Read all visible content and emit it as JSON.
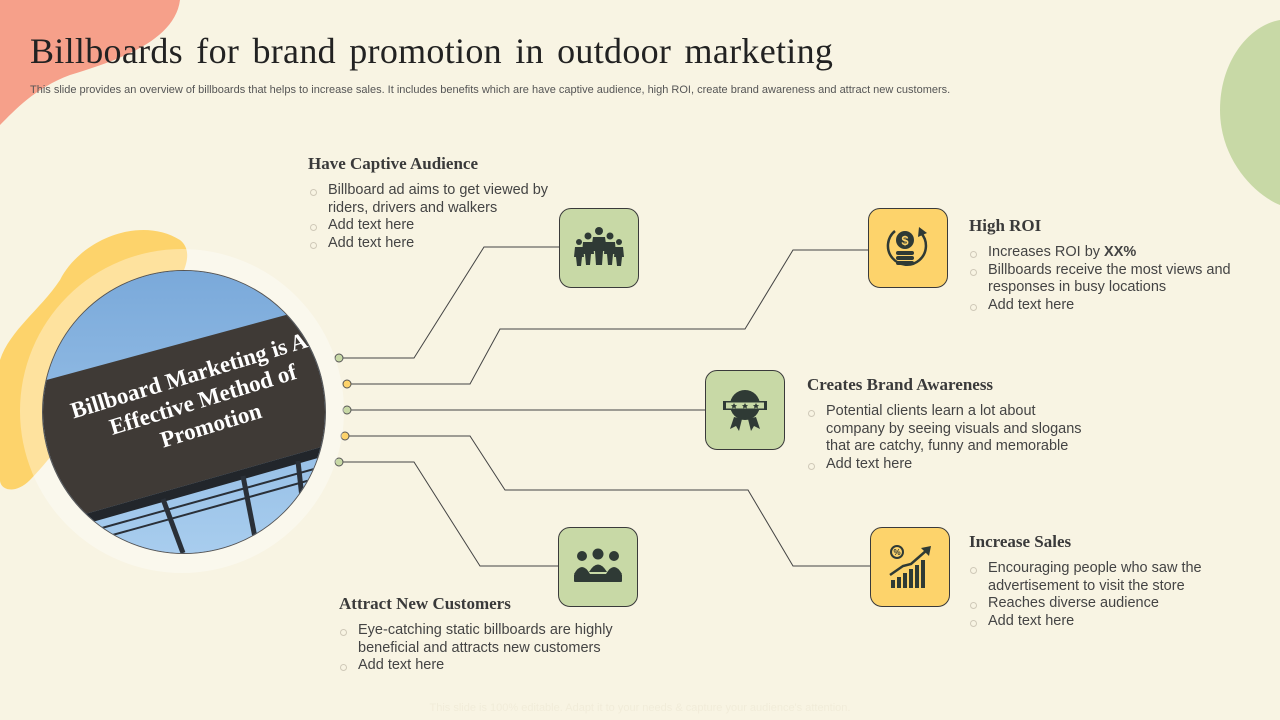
{
  "title": "Billboards for brand promotion in outdoor marketing",
  "subtitle": "This slide provides an overview of billboards that helps to increase sales. It includes benefits which are have captive audience, high ROI, create brand awareness and attract new customers.",
  "center_image_text": "Billboard Marketing is An Effective Method of Promotion",
  "colors": {
    "background": "#f8f4e3",
    "green": "#c8d9a6",
    "yellow": "#fdd36b",
    "salmon": "#f6a08a"
  },
  "items": {
    "captive": {
      "heading": "Have Captive Audience",
      "icon": "group-people-icon",
      "bullets": [
        "Billboard ad aims to get viewed by riders, drivers and walkers",
        "Add text here",
        "Add text here"
      ]
    },
    "roi": {
      "heading": "High ROI",
      "icon": "coins-cycle-icon",
      "bullet1_prefix": "Increases ROI by ",
      "bullet1_bold": "XX%",
      "bullets": [
        "Billboards receive the most views and responses in busy locations",
        "Add text here"
      ]
    },
    "brand": {
      "heading": "Creates Brand Awareness",
      "icon": "rating-badge-icon",
      "bullets": [
        "Potential clients learn a lot about company by seeing visuals and slogans that are catchy, funny and memorable",
        "Add text here"
      ]
    },
    "customers": {
      "heading": "Attract New Customers",
      "icon": "team-meeting-icon",
      "bullets": [
        "Eye-catching static billboards are highly beneficial and attracts new customers",
        "Add text here"
      ]
    },
    "sales": {
      "heading": "Increase Sales",
      "icon": "growth-chart-icon",
      "bullets": [
        "Encouraging people who saw the advertisement to visit the store",
        "Reaches diverse audience",
        "Add text here"
      ]
    }
  },
  "footer": "This slide is 100% editable. Adapt it to your needs & capture your audience's attention."
}
